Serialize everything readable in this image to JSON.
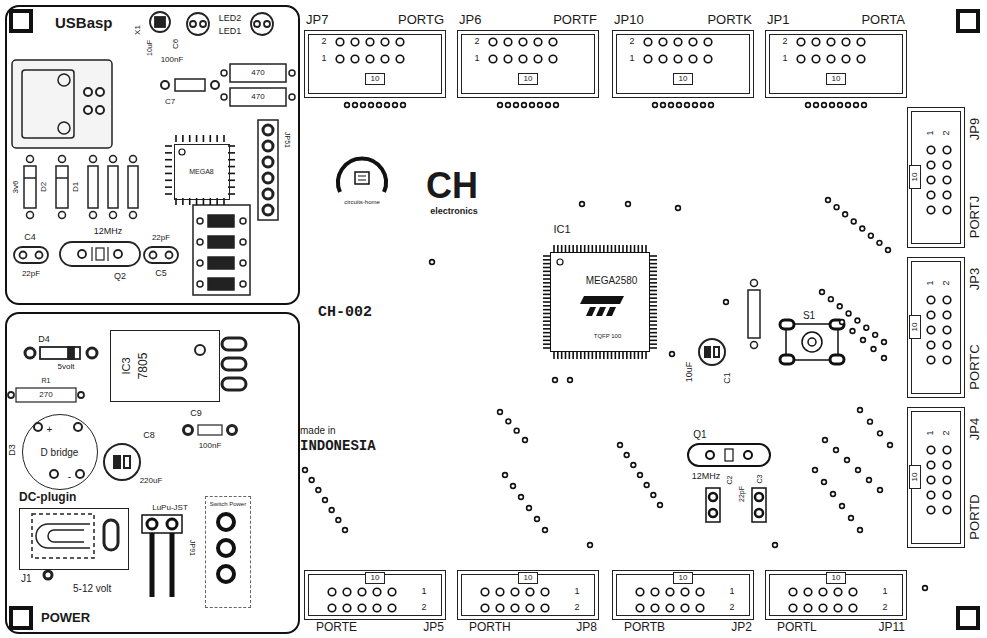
{
  "diagram": {
    "nodes": [
      {
        "text": [
          "USBasp"
        ]
      },
      {
        "text": [
          "MEGA8"
        ],
        "in": 0
      },
      {
        "text": [
          "POWER"
        ]
      },
      {
        "text": [
          "IC3",
          "7805"
        ],
        "in": 2
      },
      {
        "text": [
          "+",
          "D bridge",
          "-"
        ],
        "in": 2
      },
      {
        "text": [
          "DC-plugin",
          "J1",
          "5-12 volt"
        ],
        "in": 2
      },
      {
        "text": [
          "Switch Power"
        ],
        "in": 2
      },
      {
        "text": [
          "JP7",
          "PORTG",
          "2",
          "1",
          "10"
        ]
      },
      {
        "text": [
          "JP6",
          "PORTF",
          "2",
          "1",
          "10"
        ]
      },
      {
        "text": [
          "JP10",
          "PORTK",
          "2",
          "1",
          "10"
        ]
      },
      {
        "text": [
          "JP1",
          "PORTA",
          "2",
          "1",
          "10"
        ]
      },
      {
        "text": [
          "JP9",
          "PORTJ",
          "1",
          "2",
          "10"
        ]
      },
      {
        "text": [
          "JP3",
          "PORTC",
          "1",
          "2",
          "10"
        ]
      },
      {
        "text": [
          "JP4",
          "PORTD",
          "1",
          "2",
          "10"
        ]
      },
      {
        "text": [
          "MEGA2580",
          "TQFP 100"
        ]
      },
      {
        "text": [
          "10",
          "1",
          "2",
          "PORTE",
          "JP5"
        ]
      },
      {
        "text": [
          "10",
          "1",
          "2",
          "PORTH",
          "JP8"
        ]
      },
      {
        "text": [
          "10",
          "1",
          "2",
          "PORTB",
          "JP2"
        ]
      },
      {
        "text": [
          "10",
          "1",
          "2",
          "PORTL",
          "JP11"
        ]
      }
    ],
    "labels": [
      "X1",
      "10uF",
      "C6",
      "LED2",
      "LED1",
      "100nF",
      "C7",
      "470",
      "470",
      "JP51",
      "3v6",
      "D2",
      "D1",
      "12MHz",
      "C4",
      "22pF",
      "22pF",
      "Q2",
      "C5",
      "CH-002",
      "circuits-home",
      "CH",
      "electronics",
      "IC1",
      "10uF",
      "C1",
      "S1",
      "made in",
      "INDONESIA",
      "Q1",
      "12MHz",
      "C2",
      "22pF",
      "C3",
      "D4",
      "5volt",
      "R1",
      "270",
      "D3",
      "C8",
      "220uF",
      "C9",
      "100nF",
      "LuPu-JST",
      "JP91"
    ]
  }
}
